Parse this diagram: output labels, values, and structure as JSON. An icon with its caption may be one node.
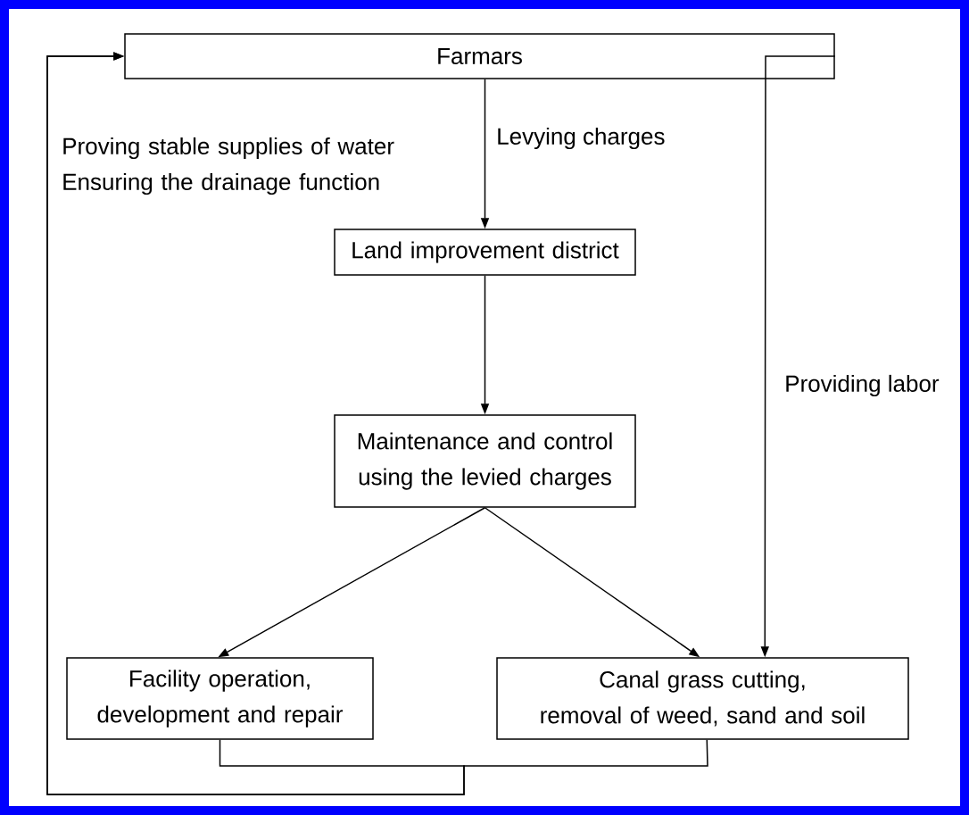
{
  "diagram": {
    "nodes": [
      {
        "text": [
          "Farmars"
        ]
      },
      {
        "text": [
          "Land improvement district"
        ]
      },
      {
        "text": [
          "Maintenance and control using the levied charges"
        ]
      },
      {
        "text": [
          "Facility operation, development and repair"
        ]
      },
      {
        "text": [
          "Canal grass cutting, removal of weed, sand and soil"
        ]
      }
    ],
    "edges": [
      {
        "from": 0,
        "to": 1,
        "arrow": "to",
        "label": "Levying charges"
      },
      {
        "from": 1,
        "to": 2,
        "arrow": "to"
      },
      {
        "from": 2,
        "to": 3,
        "arrow": "to"
      },
      {
        "from": 2,
        "to": 4,
        "arrow": "to"
      },
      {
        "from": 0,
        "to": 4,
        "arrow": "to",
        "label": "Providing labor"
      },
      {
        "from": 3,
        "to": 0,
        "arrow": "to",
        "label": "Proving stable supplies of water Ensuring the drainage function"
      },
      {
        "from": 4,
        "to": 0,
        "arrow": "to"
      }
    ]
  }
}
